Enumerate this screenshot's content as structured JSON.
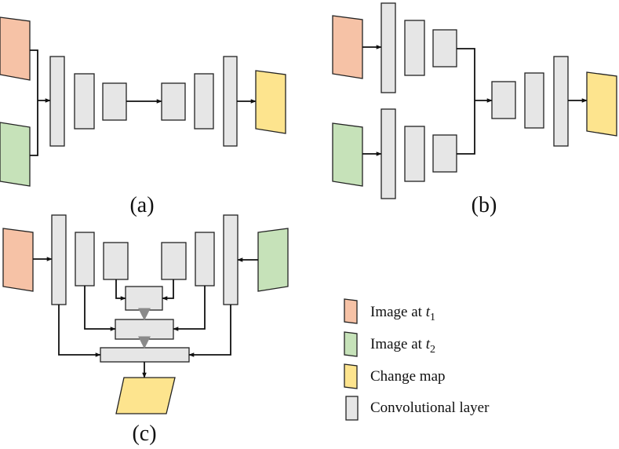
{
  "colors": {
    "image_t1": "#f6c2a6",
    "image_t2": "#c6e2b9",
    "change_map": "#fde48e",
    "conv_layer": "#e6e6e6",
    "fusion_arrow": "#8a8a8a"
  },
  "panels": {
    "a": {
      "label": "(a)"
    },
    "b": {
      "label": "(b)"
    },
    "c": {
      "label": "(c)"
    }
  },
  "legend": {
    "items": [
      {
        "text": "Image at ",
        "var": "t",
        "sub": "1",
        "swatch": "image_t1"
      },
      {
        "text": "Image at ",
        "var": "t",
        "sub": "2",
        "swatch": "image_t2"
      },
      {
        "text": "Change map",
        "var": "",
        "sub": "",
        "swatch": "change_map"
      },
      {
        "text": "Convolutional layer",
        "var": "",
        "sub": "",
        "swatch": "conv_layer"
      }
    ]
  }
}
